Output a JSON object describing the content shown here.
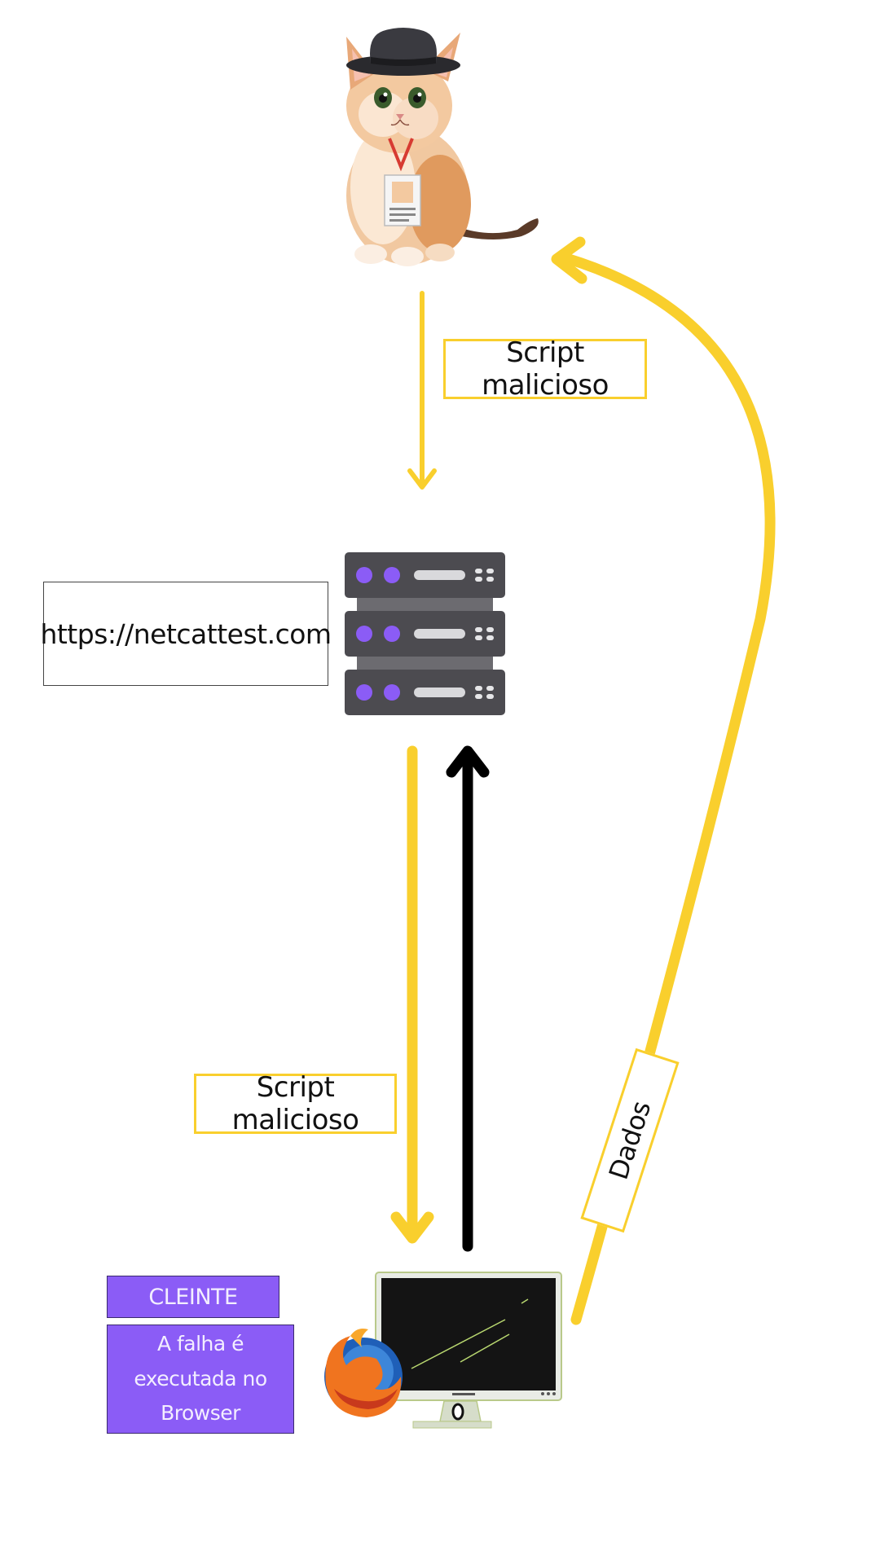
{
  "diagram": {
    "attacker_label": "Script malicioso",
    "server_url": "https://netcattest.com",
    "client_label": "Script malicioso",
    "data_label": "Dados",
    "client_title": "CLEINTE",
    "client_description": "A falha é executada no Browser"
  },
  "colors": {
    "arrow_yellow": "#f9cf2d",
    "arrow_black": "#000000",
    "server_purple": "#8b5cf6",
    "box_purple": "#8b5cf6"
  },
  "icons": [
    "cat-hacker-illustration",
    "server-rack-icon",
    "firefox-logo-icon",
    "computer-monitor-icon"
  ]
}
